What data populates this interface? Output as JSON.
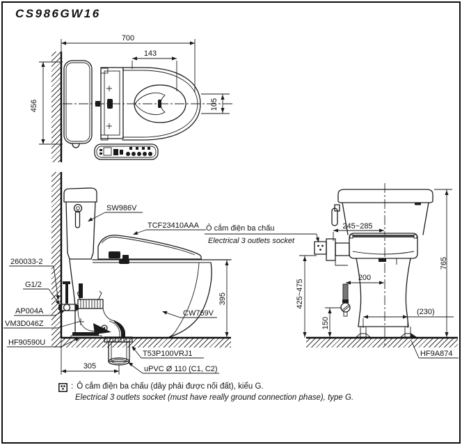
{
  "title": "CS986GW16",
  "colors": {
    "line": "#1a1a1a",
    "background": "#ffffff"
  },
  "top_view": {
    "dim_overall_depth": "700",
    "dim_seat_offset": "143",
    "dim_overall_width": "456",
    "dim_bowl_offset": "105"
  },
  "side_view": {
    "dim_rim_height": "395",
    "dim_drain_offset": "305",
    "label_tank": "SW986V",
    "label_washlet": "TCF23410AAA",
    "label_supply_hose": "260033-2",
    "label_water_inlet": "G1/2",
    "label_stop_valve": "AP004A",
    "label_connector": "VM3D046Z",
    "label_bolt_cap": "HF90590U",
    "label_bowl": "CW769V",
    "label_drain_flange": "T53P100VRJ1",
    "label_drain_pipe": "uPVC Ø 110 (C1, C2)"
  },
  "front_view": {
    "dim_socket_range": "245~285",
    "dim_supply_offset": "200",
    "dim_total_height": "765",
    "dim_socket_height": "425~475",
    "dim_supply_height": "150",
    "dim_bolt_spacing": "(230)",
    "label_foot_cap": "HF9A874"
  },
  "socket_callout": {
    "vi": "Ô cắm điện ba chấu",
    "en": "Electrical 3 outlets socket"
  },
  "note": {
    "separator": ":",
    "vi": "Ô cắm điện ba chấu (dây phải được nối đất), kiểu G.",
    "en": "Electrical 3 outlets socket (must have really ground connection phase), type G."
  }
}
